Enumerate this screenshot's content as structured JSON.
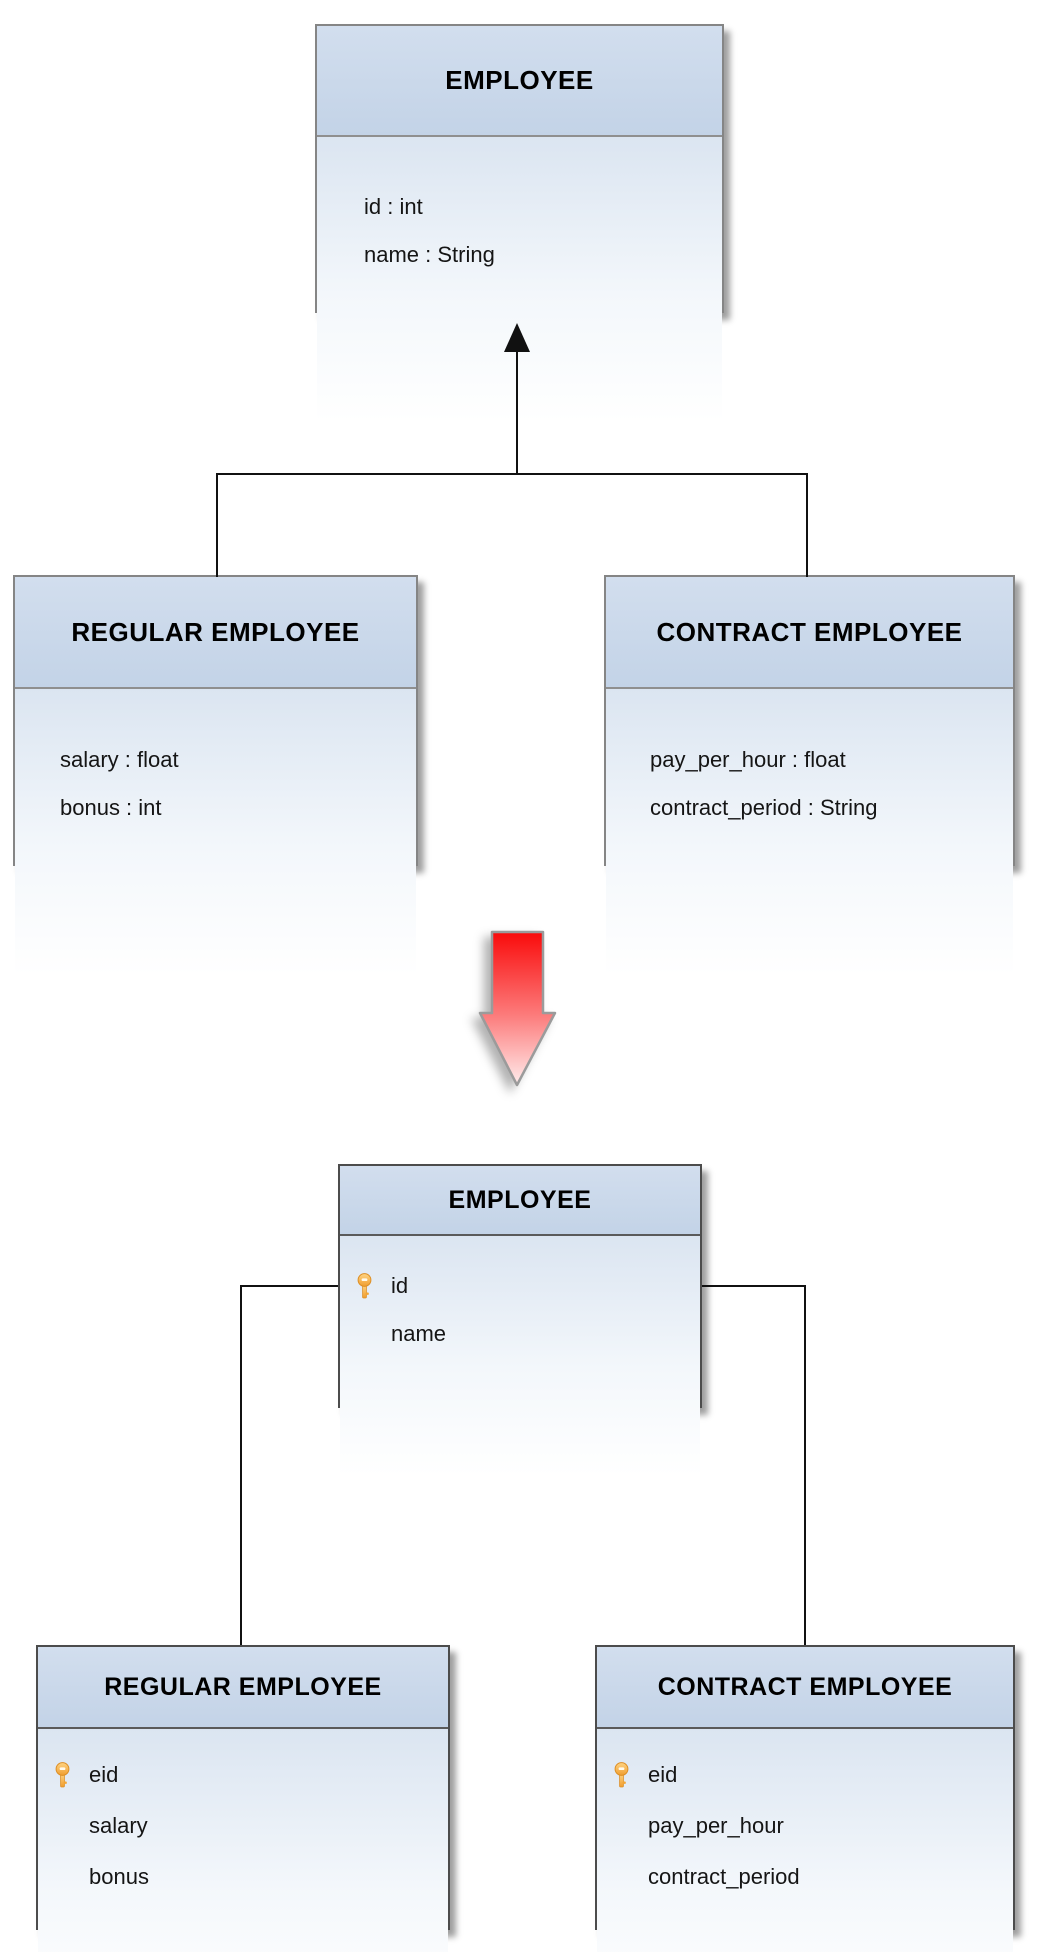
{
  "uml_classes": {
    "employee": {
      "title": "EMPLOYEE",
      "attributes": [
        "id : int",
        "name : String"
      ]
    },
    "regular": {
      "title": "REGULAR EMPLOYEE",
      "attributes": [
        "salary : float",
        "bonus : int"
      ]
    },
    "contract": {
      "title": "CONTRACT EMPLOYEE",
      "attributes": [
        "pay_per_hour : float",
        "contract_period : String"
      ]
    }
  },
  "er_tables": {
    "employee": {
      "title": "EMPLOYEE",
      "columns": [
        {
          "name": "id",
          "primary_key": true
        },
        {
          "name": "name",
          "primary_key": false
        }
      ]
    },
    "regular": {
      "title": "REGULAR EMPLOYEE",
      "columns": [
        {
          "name": "eid",
          "primary_key": true
        },
        {
          "name": "salary",
          "primary_key": false
        },
        {
          "name": "bonus",
          "primary_key": false
        }
      ]
    },
    "contract": {
      "title": "CONTRACT EMPLOYEE",
      "columns": [
        {
          "name": "eid",
          "primary_key": true
        },
        {
          "name": "pay_per_hour",
          "primary_key": false
        },
        {
          "name": "contract_period",
          "primary_key": false
        }
      ]
    }
  },
  "icons": {
    "primary_key": "key-icon",
    "inheritance_arrow": "up-triangle-arrow-icon",
    "transform_arrow": "red-down-arrow-icon"
  },
  "colors": {
    "header_gradient_top": "#d2deee",
    "header_gradient_bottom": "#c3d3e7",
    "body_gradient_top": "#dbe5f1",
    "body_gradient_bottom": "#ffffff",
    "uml_border": "#858585",
    "er_border": "#4c4c4c",
    "connector": "#111111",
    "red_arrow_top": "#f90b0b",
    "red_arrow_bottom": "#ffecec",
    "key_gold": "#f5a83a"
  }
}
